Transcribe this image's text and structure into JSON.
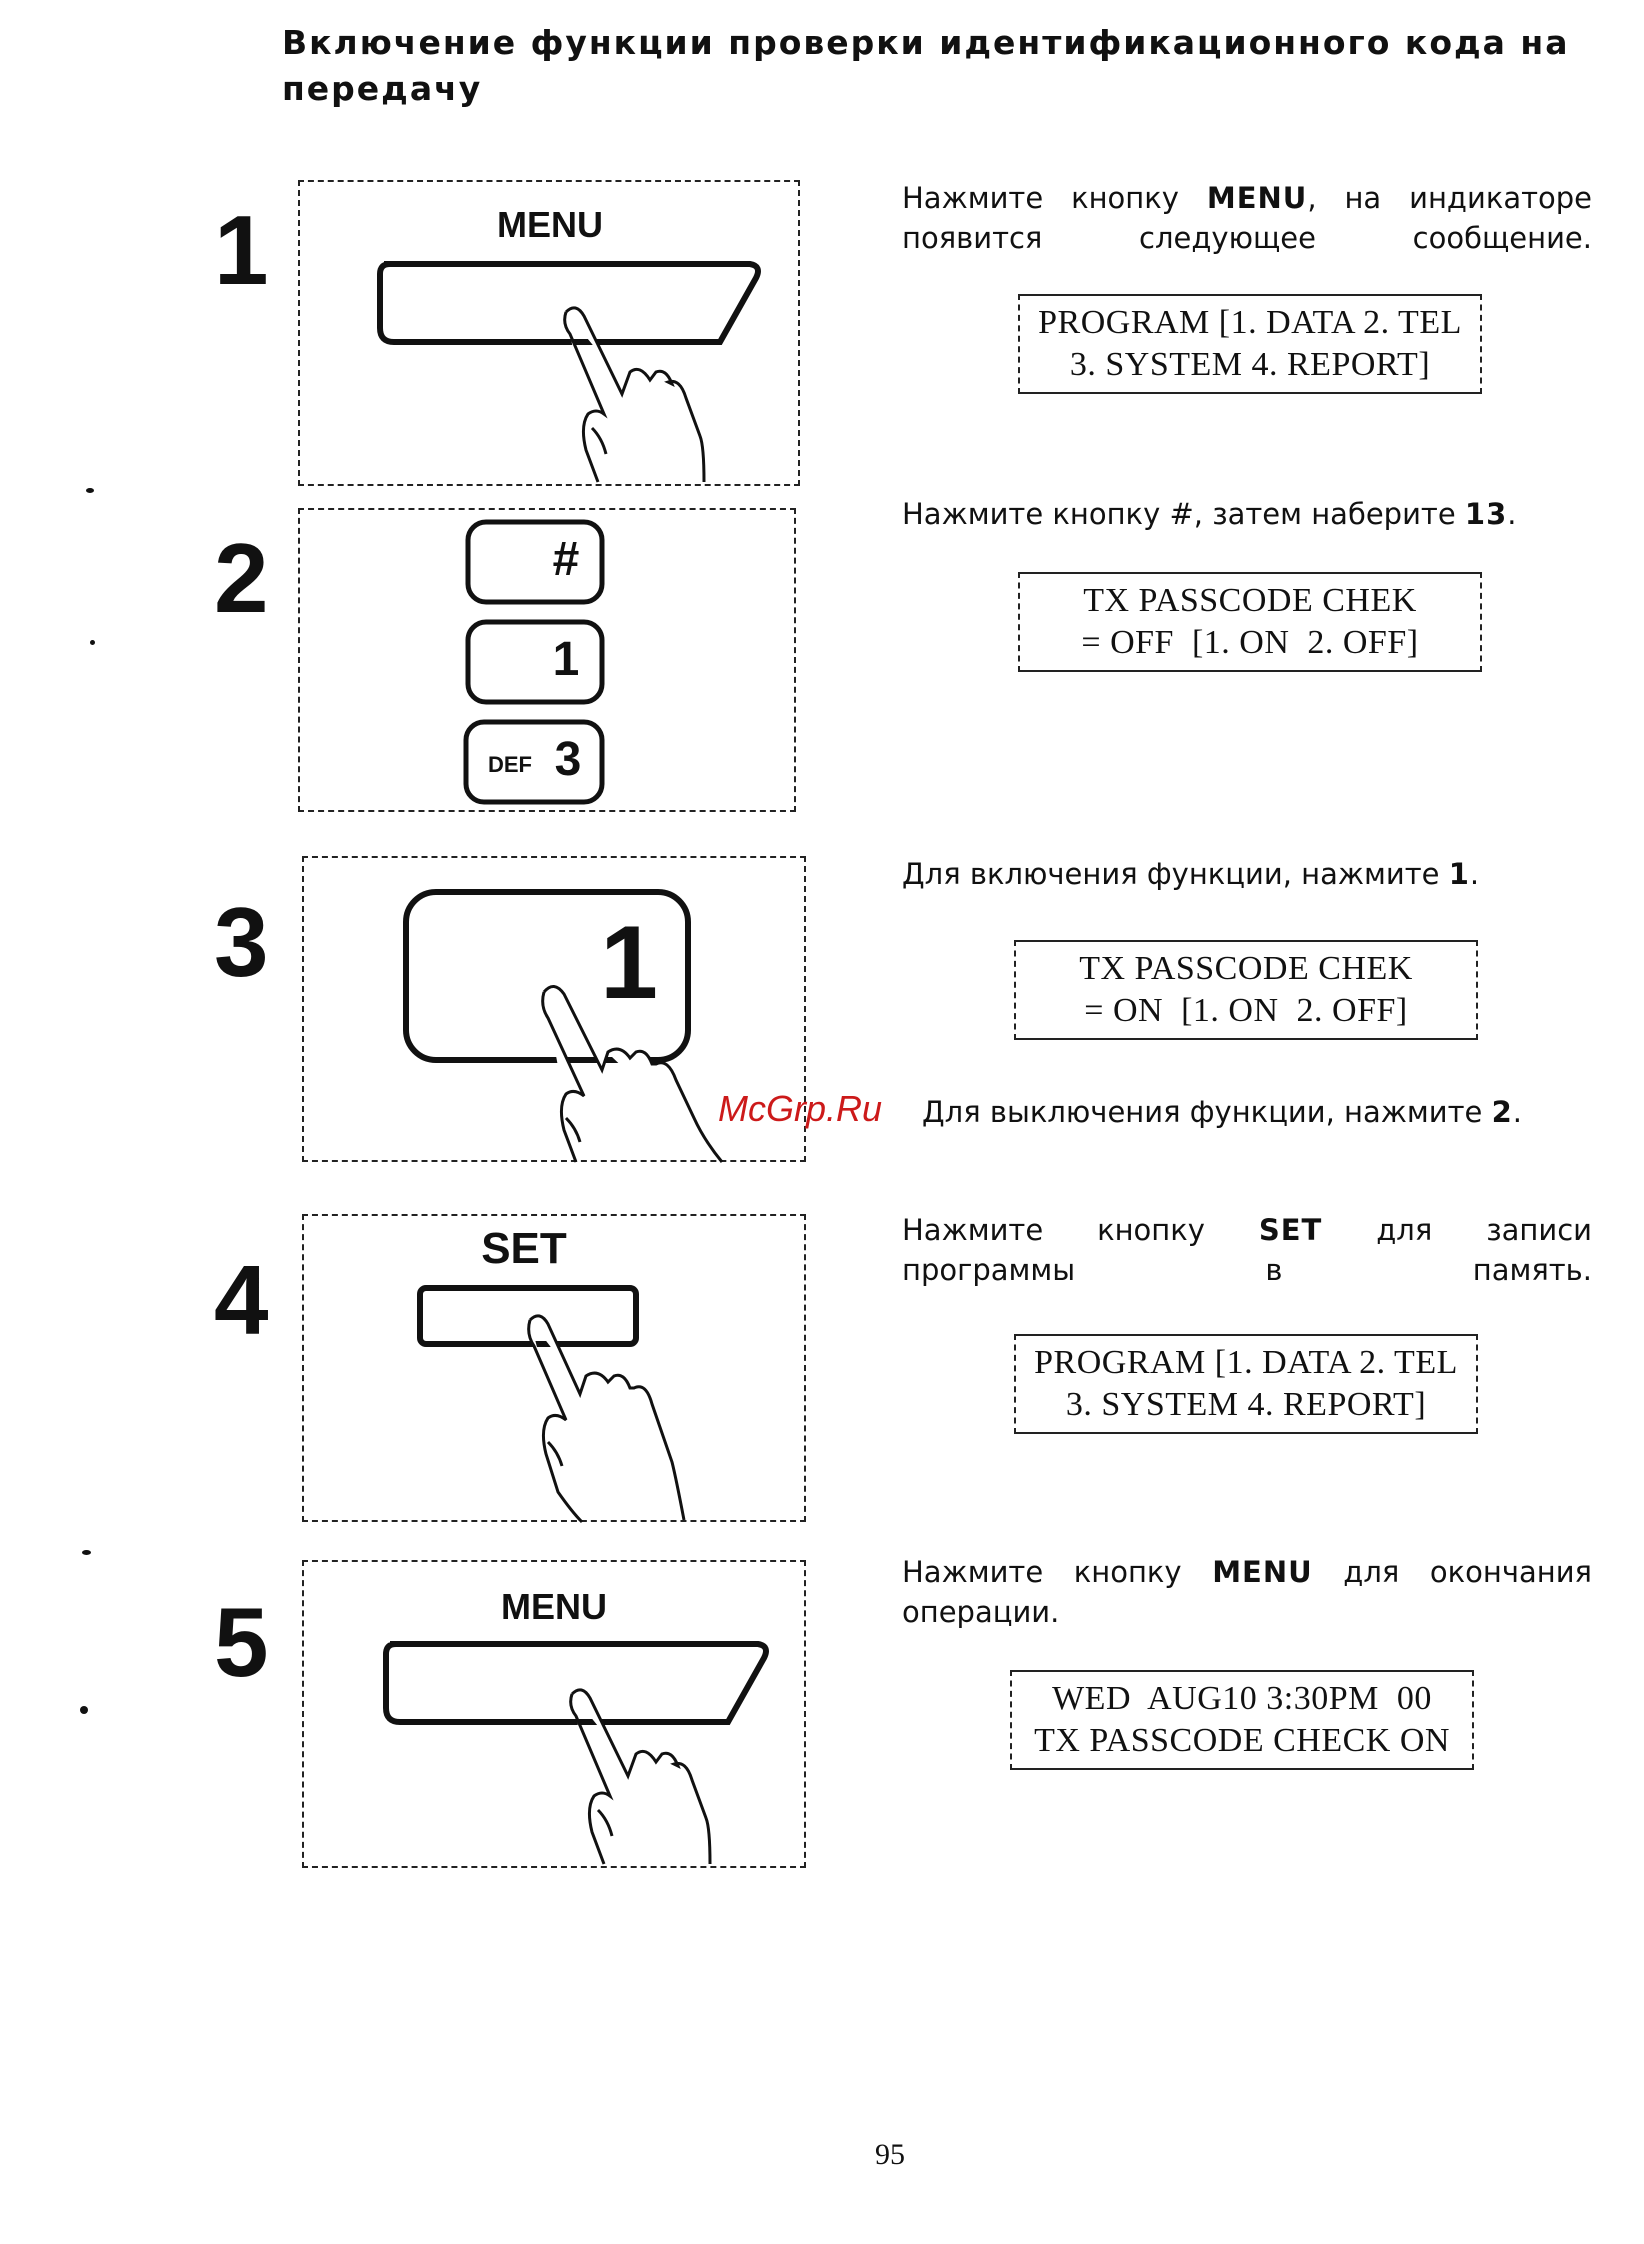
{
  "title": "Включение функции проверки идентификационного кода на передачу",
  "steps": [
    {
      "number": "1",
      "key_label": "MENU",
      "instruction": {
        "pre": "Нажмите кнопку ",
        "key": "MENU",
        "post": ", на индикаторе появится следующее сообщение."
      },
      "display": [
        "PROGRAM [1. DATA 2. TEL",
        "3. SYSTEM 4. REPORT]"
      ]
    },
    {
      "number": "2",
      "keys": [
        {
          "prefix": "",
          "label": "#"
        },
        {
          "prefix": "",
          "label": "1"
        },
        {
          "prefix": "DEF",
          "label": "3"
        }
      ],
      "instruction": {
        "pre": "Нажмите кнопку #, затем наберите ",
        "key": "13",
        "post": "."
      },
      "display": [
        "TX PASSCODE CHEK",
        "= OFF  [1. ON  2. OFF]"
      ]
    },
    {
      "number": "3",
      "key_label": "1",
      "instruction": {
        "pre": "Для включения функции, нажмите ",
        "key": "1",
        "post": "."
      },
      "display": [
        "TX PASSCODE CHEK",
        "= ON  [1. ON  2. OFF]"
      ],
      "note": {
        "pre": "Для выключения функции, нажмите ",
        "key": "2",
        "post": "."
      }
    },
    {
      "number": "4",
      "key_label": "SET",
      "instruction": {
        "pre": "Нажмите кнопку ",
        "key": "SET",
        "post": " для записи программы в память."
      },
      "display": [
        "PROGRAM [1. DATA 2. TEL",
        "3. SYSTEM 4. REPORT]"
      ]
    },
    {
      "number": "5",
      "key_label": "MENU",
      "instruction": {
        "pre": "Нажмите кнопку ",
        "key": "MENU",
        "post": " для окончания операции."
      },
      "display": [
        "WED  AUG10 3:30PM  00",
        "TX PASSCODE CHECK ON"
      ]
    }
  ],
  "watermark": "McGrp.Ru",
  "page_number": "95"
}
